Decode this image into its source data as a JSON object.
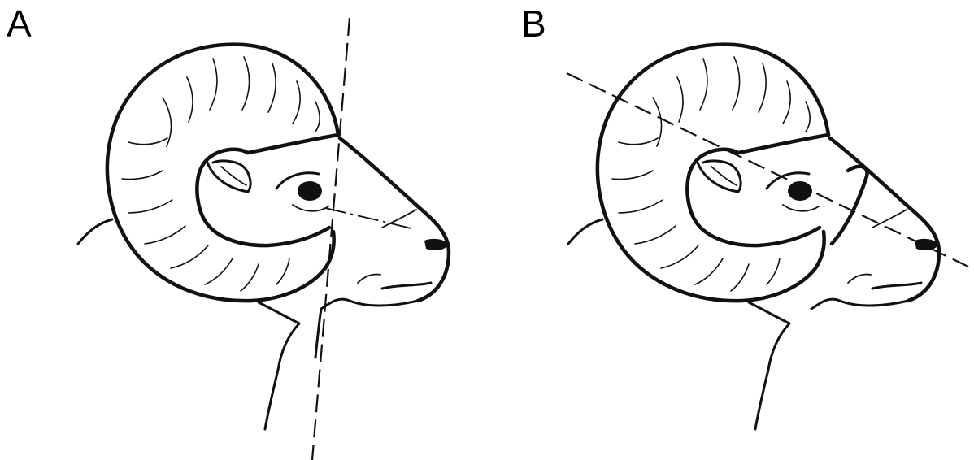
{
  "panels": [
    {
      "label": "A",
      "reference_line": "vertical-dashed"
    },
    {
      "label": "B",
      "reference_line": "oblique-dashed"
    }
  ],
  "colors": {
    "line": "#111111",
    "background": "#ffffff"
  }
}
